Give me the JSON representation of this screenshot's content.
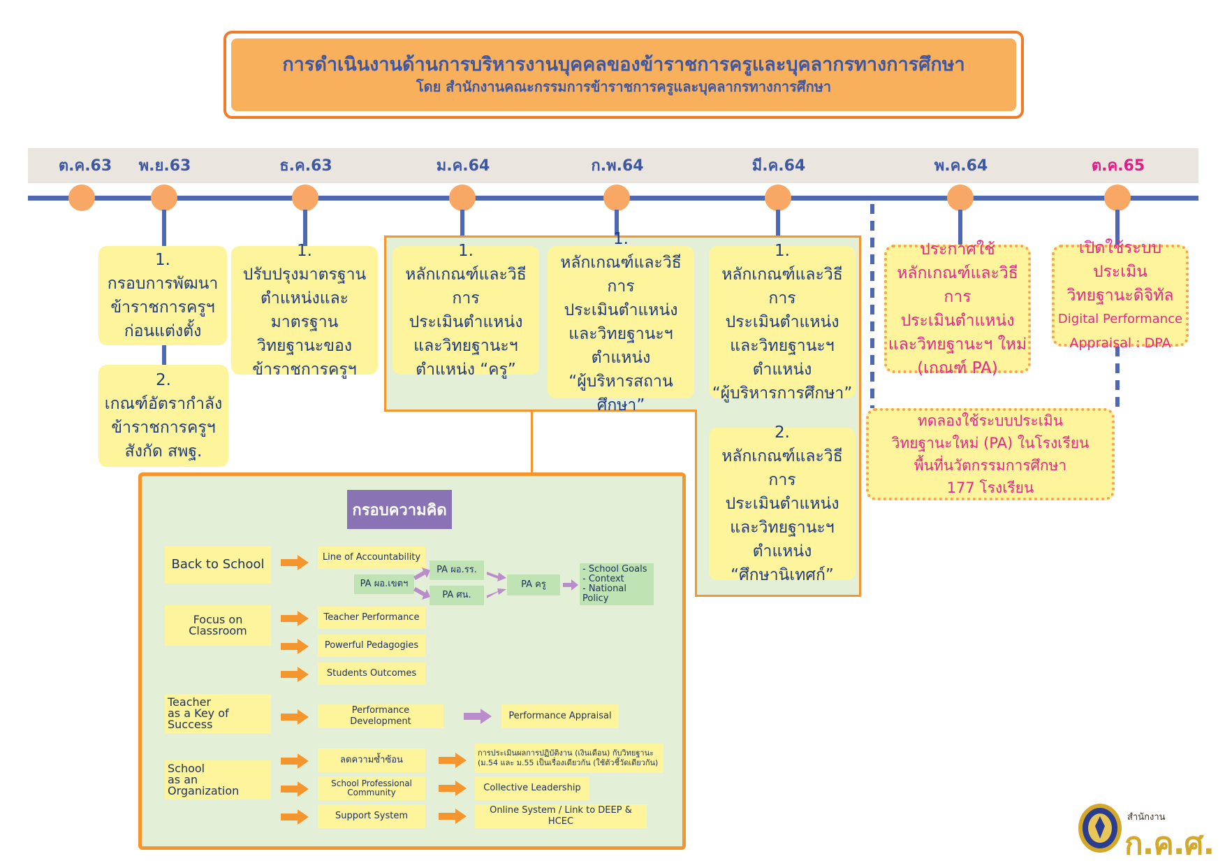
{
  "header": {
    "title": "การดำเนินงานด้านการบริหารงานบุคคลของข้าราชการครูและบุคลากรทางการศึกษา",
    "subtitle": "โดย สำนักงานคณะกรรมการข้าราชการครูและบุคลากรทางการศึกษา"
  },
  "timeline": {
    "months": [
      "ต.ค.63",
      "พ.ย.63",
      "ธ.ค.63",
      "ม.ค.64",
      "ก.พ.64",
      "มี.ค.64",
      "พ.ค.64",
      "ต.ค.65"
    ],
    "highlight_color": "#e21c86",
    "accent_color": "#4f68b4",
    "dot_color": "#f9a764"
  },
  "boxes": {
    "nov_1": {
      "num": "1.",
      "lines": [
        "กรอบการพัฒนา",
        "ข้าราชการครูฯ",
        "ก่อนแต่งตั้ง"
      ]
    },
    "nov_2": {
      "num": "2.",
      "lines": [
        "เกณฑ์อัตรากำลัง",
        "ข้าราชการครูฯ",
        "สังกัด สพฐ."
      ]
    },
    "dec_1": {
      "num": "1.",
      "lines": [
        "ปรับปรุงมาตรฐาน",
        "ตำแหน่งและมาตรฐาน",
        "วิทยฐานะของ",
        "ข้าราชการครูฯ"
      ]
    },
    "jan_1": {
      "num": "1.",
      "lines": [
        "หลักเกณฑ์และวิธีการ",
        "ประเมินตำแหน่ง",
        "และวิทยฐานะฯ",
        "ตำแหน่ง “ครู”"
      ]
    },
    "feb_1": {
      "num": "1.",
      "lines": [
        "หลักเกณฑ์และวิธีการ",
        "ประเมินตำแหน่ง",
        "และวิทยฐานะฯ",
        "ตำแหน่ง",
        "“ผู้บริหารสถานศึกษา”"
      ]
    },
    "mar_1": {
      "num": "1.",
      "lines": [
        "หลักเกณฑ์และวิธีการ",
        "ประเมินตำแหน่ง",
        "และวิทยฐานะฯ",
        "ตำแหน่ง",
        "“ผู้บริหารการศึกษา”"
      ]
    },
    "mar_2": {
      "num": "2.",
      "lines": [
        "หลักเกณฑ์และวิธีการ",
        "ประเมินตำแหน่ง",
        "และวิทยฐานะฯ",
        "ตำแหน่ง",
        "“ศึกษานิเทศก์”"
      ]
    },
    "may": {
      "lines": [
        "ประกาศใช้",
        "หลักเกณฑ์และวิธีการ",
        "ประเมินตำแหน่ง",
        "และวิทยฐานะฯ ใหม่",
        "(เกณฑ์ PA)"
      ]
    },
    "oct65": {
      "lines": [
        "เปิดใช้ระบบประเมิน",
        "วิทยฐานะดิจิทัล",
        "Digital Performance",
        "Appraisal : DPA"
      ]
    },
    "trial": {
      "lines": [
        "ทดลองใช้ระบบประเมิน",
        "วิทยฐานะใหม่ (PA) ในโรงเรียน",
        "พื้นที่นวัตกรรมการศึกษา",
        "177 โรงเรียน"
      ]
    }
  },
  "concept": {
    "title": "กรอบความคิด",
    "rows": {
      "back": "Back to School",
      "focus": "Focus on Classroom",
      "teacher": [
        "Teacher",
        "as a Key of Success"
      ],
      "school": [
        "School",
        "as an Organization"
      ]
    },
    "cells": {
      "line_acc": "Line of Accountability",
      "pa_area": "PA ผอ.เขตฯ",
      "pa_dir": "PA ผอ.รร.",
      "pa_sup": "PA ศน.",
      "pa_teacher": "PA ครู",
      "goals": [
        "- School Goals",
        "- Context",
        "- National Policy"
      ],
      "teacher_perf": "Teacher Performance",
      "pedagogies": "Powerful Pedagogies",
      "outcomes": "Students Outcomes",
      "perf_dev": "Performance Development",
      "perf_app": "Performance Appraisal",
      "reduce": "ลดความซ้ำซ้อน",
      "eval": [
        "การประเมินผลการปฏิบัติงาน (เงินเดือน) กับวิทยฐานะ",
        "(ม.54 และ ม.55 เป็นเรื่องเดียวกัน (ใช้ตัวชี้วัดเดียวกัน)"
      ],
      "plc": [
        "School Professional",
        "Community"
      ],
      "collective": "Collective Leadership",
      "support": "Support System",
      "online": "Online System / Link to DEEP & HCEC"
    },
    "arrow_colors": {
      "orange": "#f4952d",
      "purple": "#b98ccc"
    }
  },
  "logo": {
    "small": "สำนักงาน",
    "big": "ก.ค.ศ."
  }
}
